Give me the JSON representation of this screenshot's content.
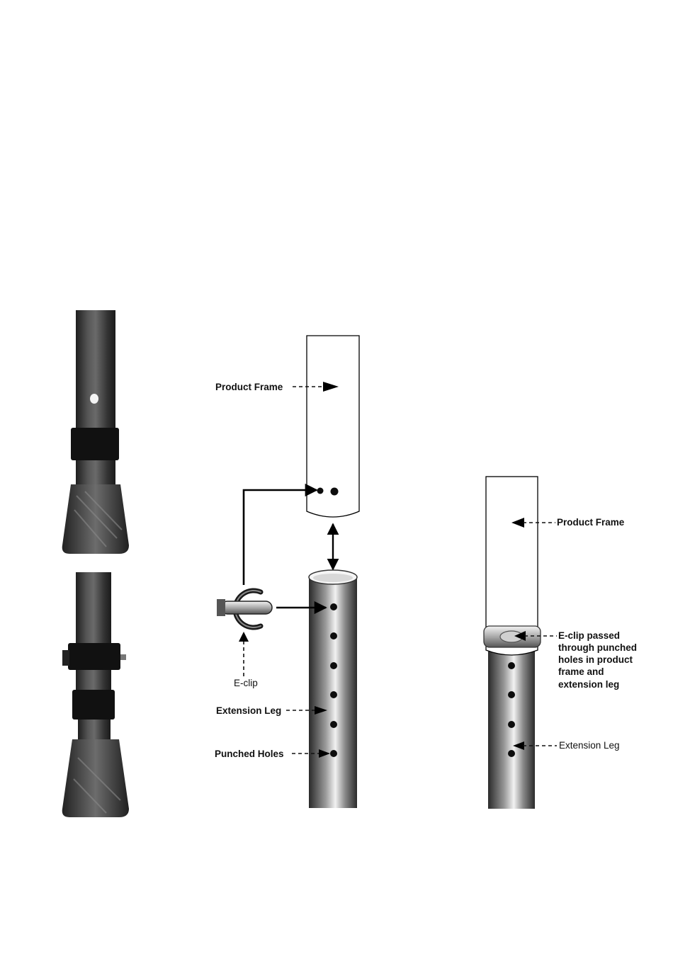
{
  "labels": {
    "center_product_frame": "Product Frame",
    "e_clip": "E-clip",
    "extension_leg": "Extension Leg",
    "punched_holes": "Punched Holes",
    "right_product_frame": "Product Frame",
    "right_eclip_line1": "E-clip passed",
    "right_eclip_line2": "through punched",
    "right_eclip_line3": "holes in product",
    "right_eclip_line4": "frame and",
    "right_eclip_line5": "extension leg",
    "right_extension_leg": "Extension Leg"
  },
  "colors": {
    "tube_dark": "#2a2a2a",
    "tube_light": "#f2f2f2",
    "photo_tube": "#3a3a3a",
    "collar": "#111111",
    "background": "#ffffff"
  }
}
